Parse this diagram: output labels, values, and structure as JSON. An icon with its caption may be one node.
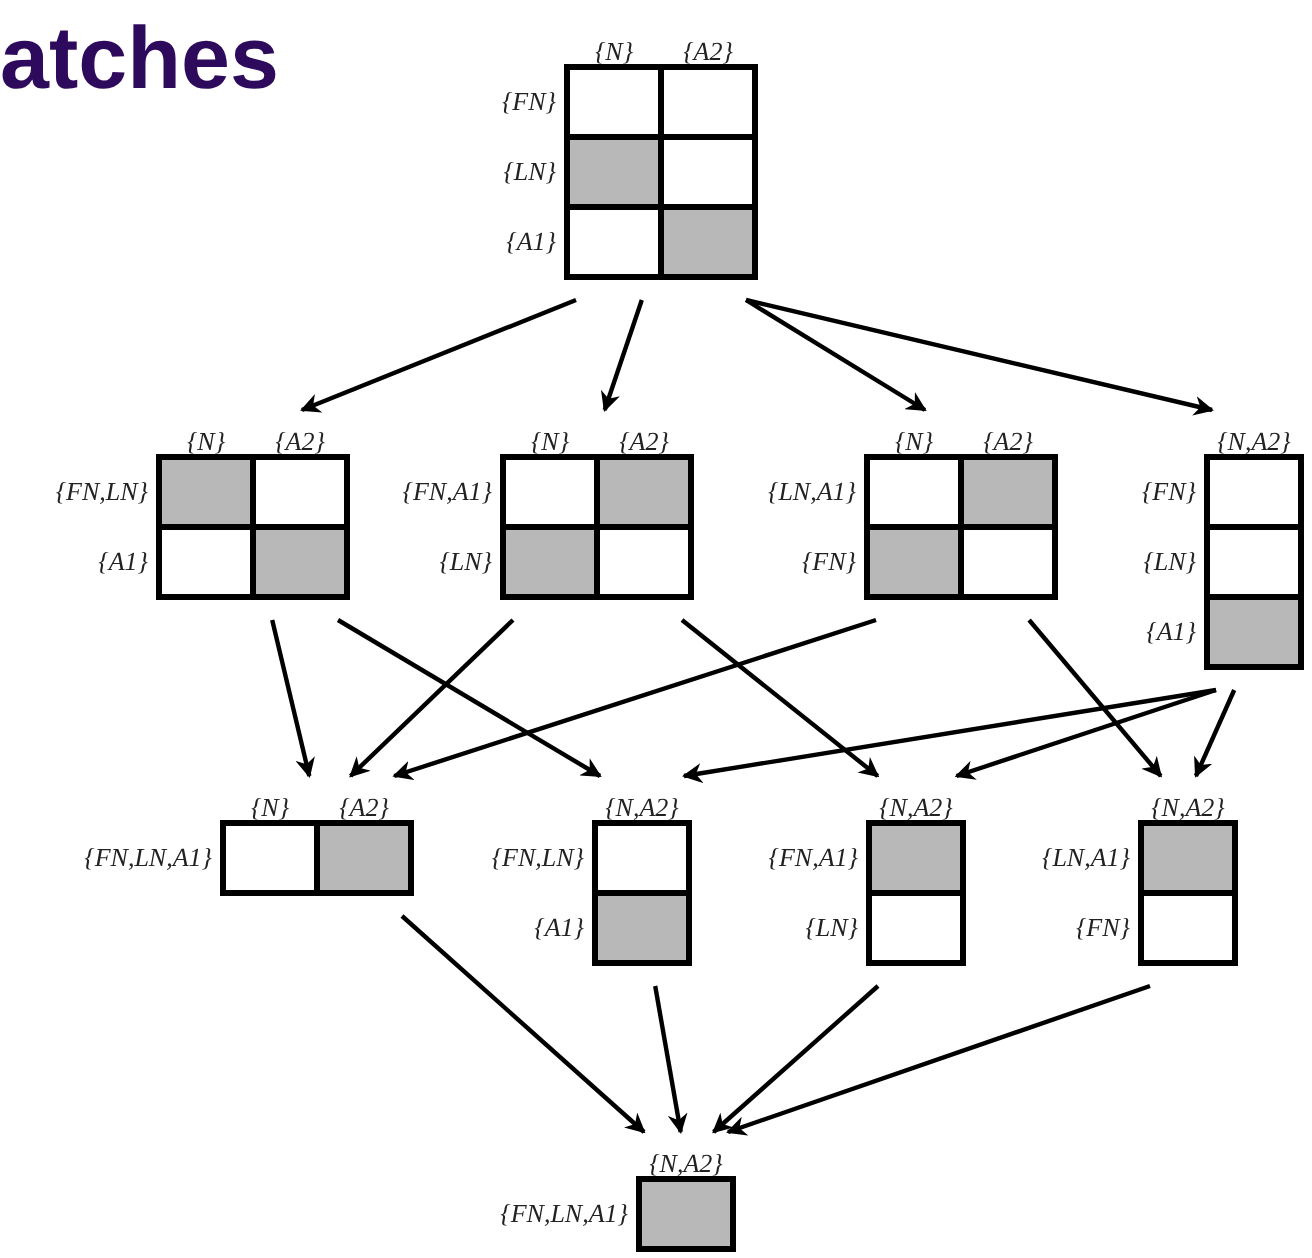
{
  "diagram": {
    "title": "atches",
    "nodes": [
      {
        "text": [
          "{N}",
          "{A2}",
          "{FN}",
          "{LN}",
          "{A1}"
        ]
      },
      {
        "text": [
          "{N}",
          "{A2}",
          "{FN,LN}",
          "{A1}"
        ]
      },
      {
        "text": [
          "{N}",
          "{A2}",
          "{FN,A1}",
          "{LN}"
        ]
      },
      {
        "text": [
          "{N}",
          "{A2}",
          "{LN,A1}",
          "{FN}"
        ]
      },
      {
        "text": [
          "{N,A2}",
          "{FN}",
          "{LN}",
          "{A1}"
        ]
      },
      {
        "text": [
          "{N}",
          "{A2}",
          "{FN,LN,A1}"
        ]
      },
      {
        "text": [
          "{N,A2}",
          "{FN,LN}",
          "{A1}"
        ]
      },
      {
        "text": [
          "{N,A2}",
          "{FN,A1}",
          "{LN}"
        ]
      },
      {
        "text": [
          "{N,A2}",
          "{LN,A1}",
          "{FN}"
        ]
      },
      {
        "text": [
          "{N,A2}",
          "{FN,LN,A1}"
        ]
      }
    ],
    "edges": [
      {
        "from": 0,
        "to": 1,
        "arrow": "to"
      },
      {
        "from": 0,
        "to": 2,
        "arrow": "to"
      },
      {
        "from": 0,
        "to": 3,
        "arrow": "to"
      },
      {
        "from": 0,
        "to": 4,
        "arrow": "to"
      },
      {
        "from": 1,
        "to": 5,
        "arrow": "to"
      },
      {
        "from": 1,
        "to": 6,
        "arrow": "to"
      },
      {
        "from": 2,
        "to": 5,
        "arrow": "to"
      },
      {
        "from": 2,
        "to": 7,
        "arrow": "to"
      },
      {
        "from": 3,
        "to": 5,
        "arrow": "to"
      },
      {
        "from": 3,
        "to": 8,
        "arrow": "to"
      },
      {
        "from": 4,
        "to": 6,
        "arrow": "to"
      },
      {
        "from": 4,
        "to": 7,
        "arrow": "to"
      },
      {
        "from": 4,
        "to": 8,
        "arrow": "to"
      },
      {
        "from": 5,
        "to": 9,
        "arrow": "to"
      },
      {
        "from": 6,
        "to": 9,
        "arrow": "to"
      },
      {
        "from": 7,
        "to": 9,
        "arrow": "to"
      },
      {
        "from": 8,
        "to": 9,
        "arrow": "to"
      }
    ]
  }
}
